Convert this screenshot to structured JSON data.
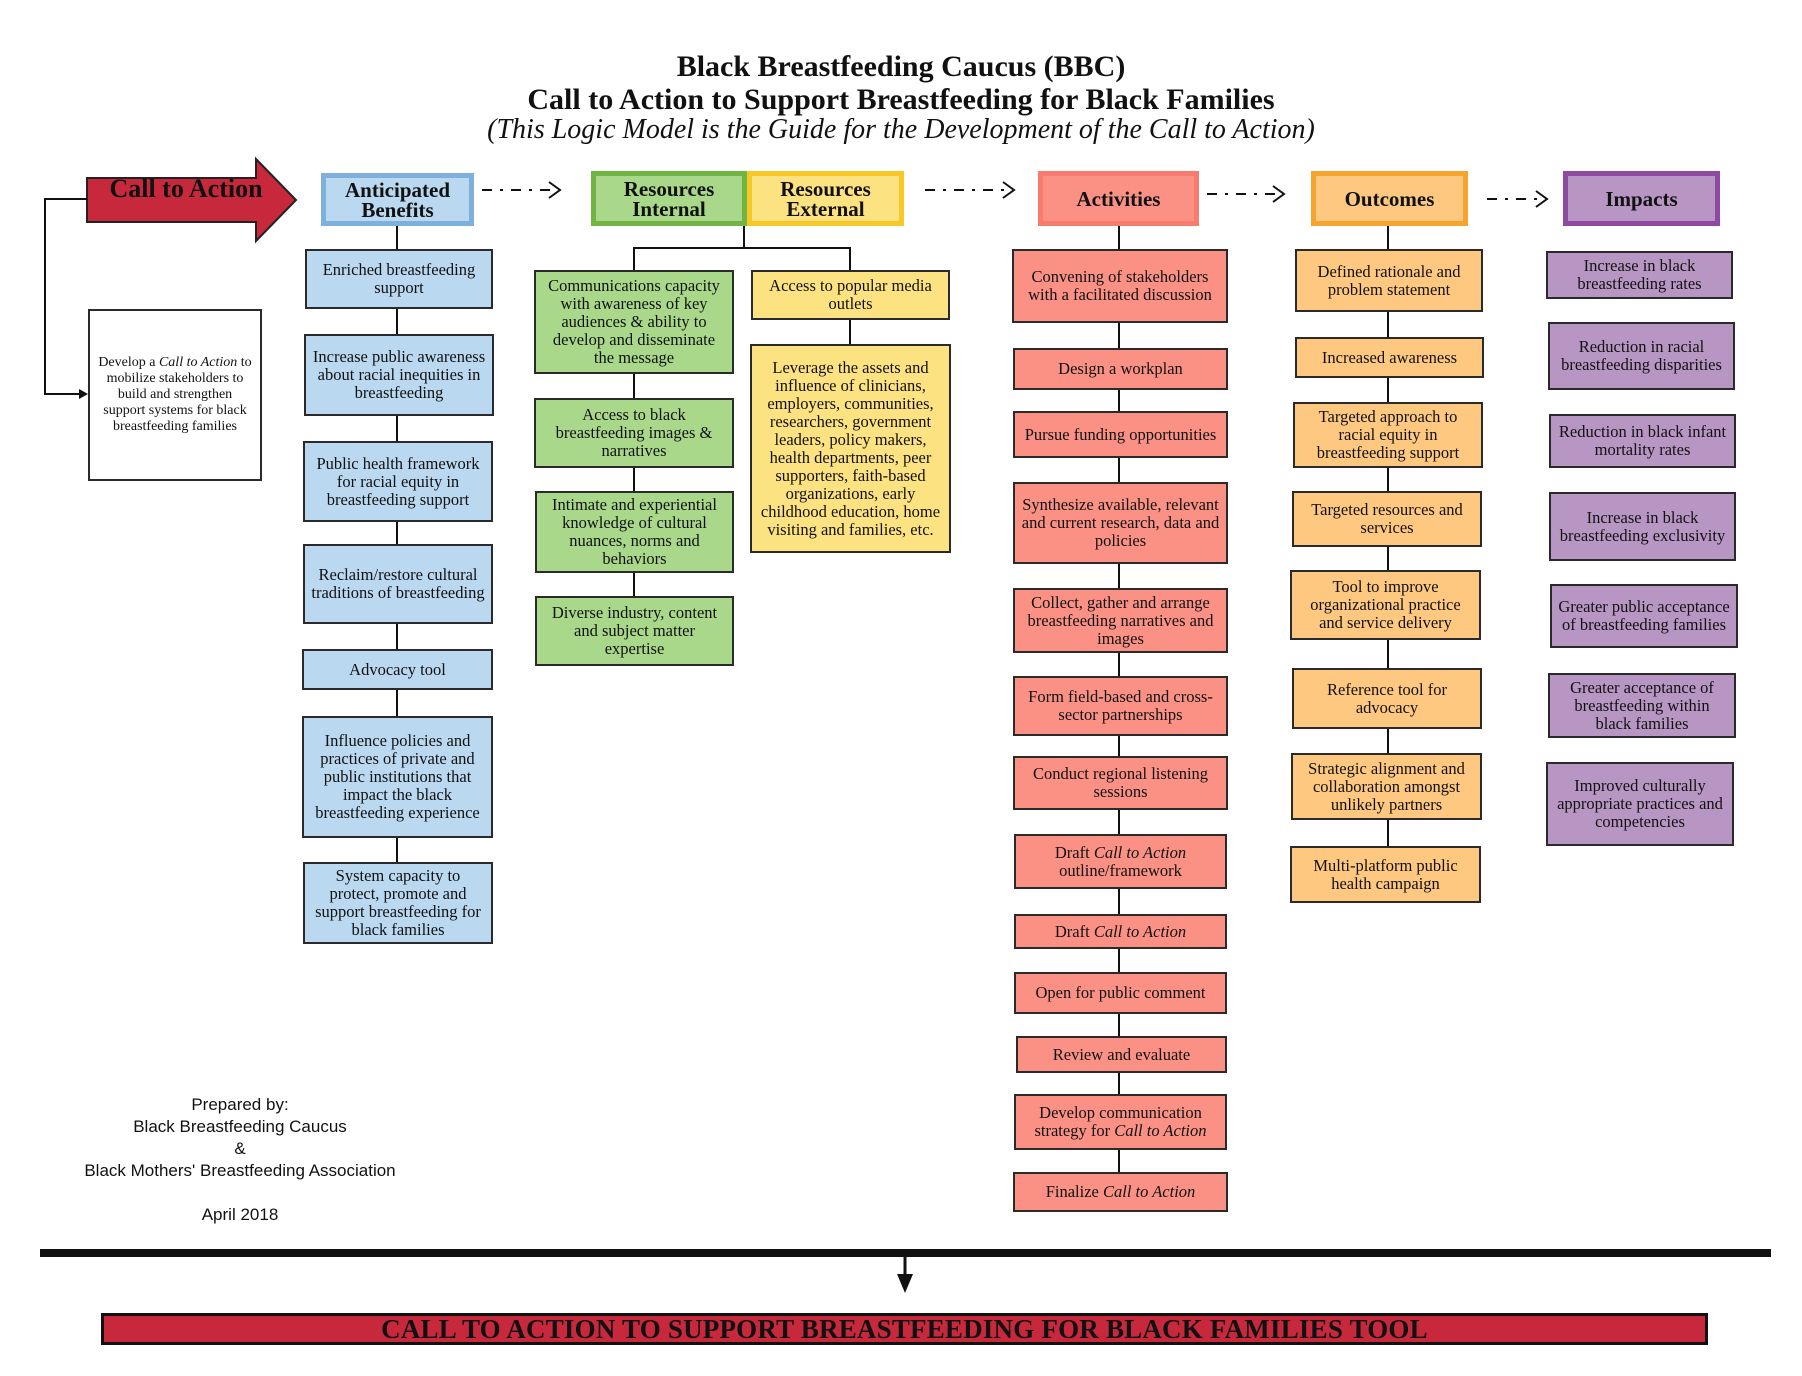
{
  "title": {
    "line1": "Black Breastfeeding Caucus (BBC)",
    "line2": "Call to Action to Support Breastfeeding for Black Families",
    "line3": "(This Logic Model is the Guide for the Development of the Call to Action)"
  },
  "call_to_action": {
    "label": "Call to Action",
    "note_prefix": "Develop a ",
    "note_emph": "Call to Action",
    "note_suffix": " to mobilize stakeholders to build and strengthen support systems for black breastfeeding families"
  },
  "colors": {
    "blue": "#bad9f0",
    "green": "#a9d88a",
    "yellow": "#fde281",
    "red": "#fb9185",
    "orange": "#fec880",
    "purple": "#b896c3",
    "cta_red": "#c8283c"
  },
  "columns": {
    "benefits": {
      "header": "Anticipated Benefits",
      "items": [
        "Enriched breastfeeding support",
        "Increase public awareness about racial inequities in breastfeeding",
        "Public health framework for racial equity in breastfeeding support",
        "Reclaim/restore cultural traditions of breastfeeding",
        "Advocacy tool",
        "Influence policies and practices of private and public institutions that impact the black breastfeeding experience",
        "System capacity to protect, promote and support breastfeeding for black families"
      ]
    },
    "resources_internal": {
      "header": "Resources Internal",
      "items": [
        "Communications capacity with awareness of key audiences & ability to develop and disseminate the message",
        "Access to black breastfeeding images & narratives",
        "Intimate and experiential knowledge of cultural nuances, norms and behaviors",
        "Diverse industry, content and subject matter expertise"
      ]
    },
    "resources_external": {
      "header": "Resources External",
      "items": [
        "Access to popular media outlets",
        "Leverage the assets and influence of clinicians, employers, communities, researchers, government leaders, policy makers, health departments, peer supporters, faith-based organizations, early childhood education, home visiting and families, etc."
      ]
    },
    "activities": {
      "header": "Activities",
      "items": [
        "Convening of stakeholders with a facilitated discussion",
        "Design a workplan",
        "Pursue funding opportunities",
        "Synthesize available, relevant and current research, data and policies",
        "Collect, gather and arrange breastfeeding narratives and images",
        "Form field-based and cross-sector partnerships",
        "Conduct regional listening sessions",
        [
          "Draft ",
          "Call to Action",
          " outline/framework"
        ],
        [
          "Draft ",
          "Call to Action",
          ""
        ],
        "Open for public comment",
        "Review and evaluate",
        [
          "Develop communication strategy for ",
          "Call to Action",
          ""
        ],
        [
          "Finalize ",
          "Call to Action",
          ""
        ]
      ]
    },
    "outcomes": {
      "header": "Outcomes",
      "items": [
        "Defined rationale and problem statement",
        "Increased awareness",
        "Targeted approach to racial equity in breastfeeding support",
        "Targeted resources and services",
        "Tool to improve organizational practice and service delivery",
        "Reference tool for advocacy",
        "Strategic alignment and collaboration amongst unlikely partners",
        "Multi-platform public health campaign"
      ]
    },
    "impacts": {
      "header": "Impacts",
      "items": [
        "Increase in black breastfeeding rates",
        "Reduction in racial breastfeeding disparities",
        "Reduction in black infant mortality rates",
        "Increase in black breastfeeding exclusivity",
        "Greater public acceptance of breastfeeding families",
        "Greater acceptance of breastfeeding within black families",
        "Improved culturally appropriate practices and competencies"
      ]
    }
  },
  "prepared_by": {
    "label": "Prepared by:",
    "org1": "Black Breastfeeding Caucus",
    "amp": "&",
    "org2": "Black Mothers' Breastfeeding Association",
    "date": "April 2018"
  },
  "bottom_banner": "CALL TO ACTION TO SUPPORT BREASTFEEDING FOR BLACK FAMILIES TOOL"
}
